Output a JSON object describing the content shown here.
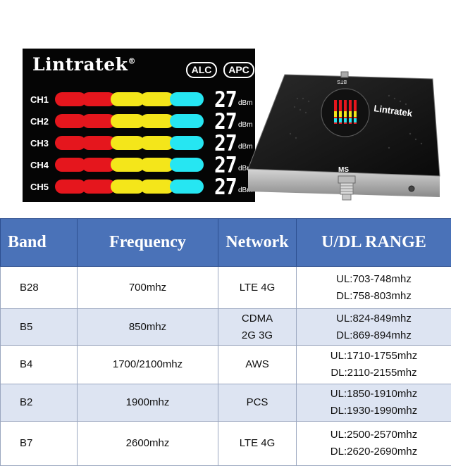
{
  "panel": {
    "brand": "Lintratek",
    "registered": "®",
    "badges": [
      "ALC",
      "APC"
    ],
    "unit": "dBm",
    "colors": {
      "red": "#e5161d",
      "yellow": "#f4e61a",
      "cyan": "#26e6f2"
    },
    "channels": [
      {
        "label": "CH1",
        "value": "27"
      },
      {
        "label": "CH2",
        "value": "27"
      },
      {
        "label": "CH3",
        "value": "27"
      },
      {
        "label": "CH4",
        "value": "27"
      },
      {
        "label": "CH5",
        "value": "27"
      }
    ]
  },
  "device": {
    "brand": "Lintratek",
    "bts_label": "BTS",
    "ms_label": "MS"
  },
  "table": {
    "header_color": "#4a72b8",
    "row_alt_color": "#dde4f2",
    "headers": [
      "Band",
      "Frequency",
      "Network",
      "U/DL RANGE"
    ],
    "rows": [
      {
        "band": "B28",
        "frequency": "700mhz",
        "network": [
          "LTE 4G"
        ],
        "range": [
          "UL:703-748mhz",
          "DL:758-803mhz"
        ]
      },
      {
        "band": "B5",
        "frequency": "850mhz",
        "network": [
          "CDMA",
          "2G 3G"
        ],
        "range": [
          "UL:824-849mhz",
          "DL:869-894mhz"
        ]
      },
      {
        "band": "B4",
        "frequency": "1700/2100mhz",
        "network": [
          "AWS"
        ],
        "range": [
          "UL:1710-1755mhz",
          "DL:2110-2155mhz"
        ]
      },
      {
        "band": "B2",
        "frequency": "1900mhz",
        "network": [
          "PCS"
        ],
        "range": [
          "UL:1850-1910mhz",
          "DL:1930-1990mhz"
        ]
      },
      {
        "band": "B7",
        "frequency": "2600mhz",
        "network": [
          "LTE  4G"
        ],
        "range": [
          "UL:2500-2570mhz",
          "DL:2620-2690mhz"
        ]
      }
    ]
  }
}
